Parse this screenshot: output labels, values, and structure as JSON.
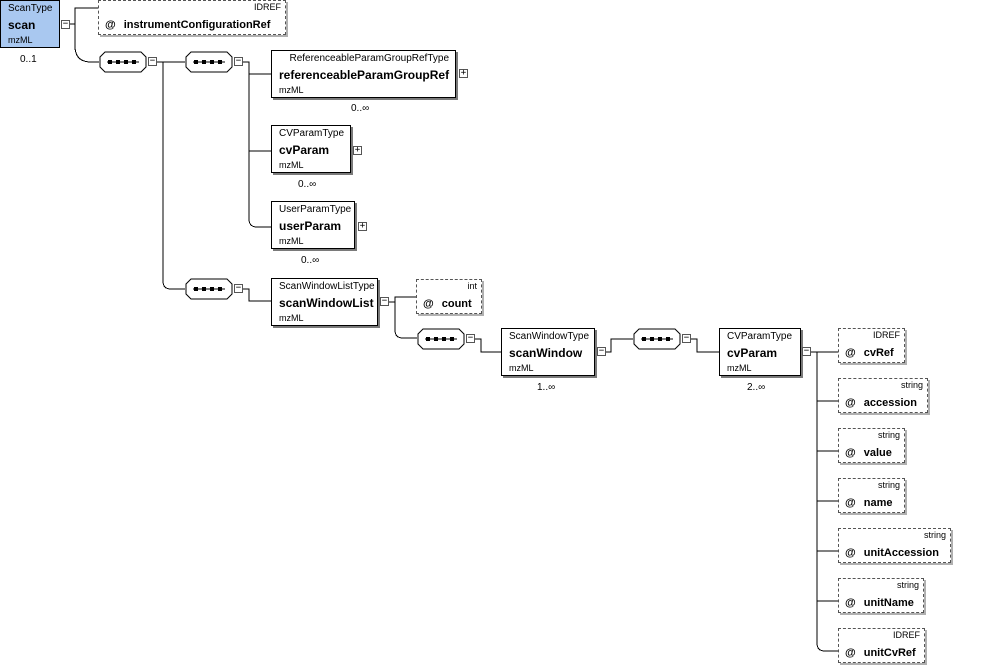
{
  "nodes": {
    "scan": {
      "type": "ScanType",
      "name": "scan",
      "ns": "mzML",
      "card": "0..1"
    },
    "rpgr": {
      "type": "ReferenceableParamGroupRefType",
      "name": "referenceableParamGroupRef",
      "ns": "mzML",
      "card": "0..∞"
    },
    "cvParam1": {
      "type": "CVParamType",
      "name": "cvParam",
      "ns": "mzML",
      "card": "0..∞"
    },
    "userParam": {
      "type": "UserParamType",
      "name": "userParam",
      "ns": "mzML",
      "card": "0..∞"
    },
    "scanWindowList": {
      "type": "ScanWindowListType",
      "name": "scanWindowList",
      "ns": "mzML"
    },
    "scanWindow": {
      "type": "ScanWindowType",
      "name": "scanWindow",
      "ns": "mzML",
      "card": "1..∞"
    },
    "cvParam2": {
      "type": "CVParamType",
      "name": "cvParam",
      "ns": "mzML",
      "card": "2..∞"
    }
  },
  "attributes": {
    "instrumentConfigurationRef": {
      "type": "IDREF",
      "name": "instrumentConfigurationRef"
    },
    "count": {
      "type": "int",
      "name": "count"
    },
    "cvRef": {
      "type": "IDREF",
      "name": "cvRef"
    },
    "accession": {
      "type": "string",
      "name": "accession"
    },
    "value": {
      "type": "string",
      "name": "value"
    },
    "name": {
      "type": "string",
      "name": "name"
    },
    "unitAccession": {
      "type": "string",
      "name": "unitAccession"
    },
    "unitName": {
      "type": "string",
      "name": "unitName"
    },
    "unitCvRef": {
      "type": "IDREF",
      "name": "unitCvRef"
    }
  },
  "symbols": {
    "attribute_marker": "@",
    "expanded": "−",
    "collapsed": "+"
  },
  "colors": {
    "root_fill": "#a9c8f0",
    "line": "#000000"
  }
}
